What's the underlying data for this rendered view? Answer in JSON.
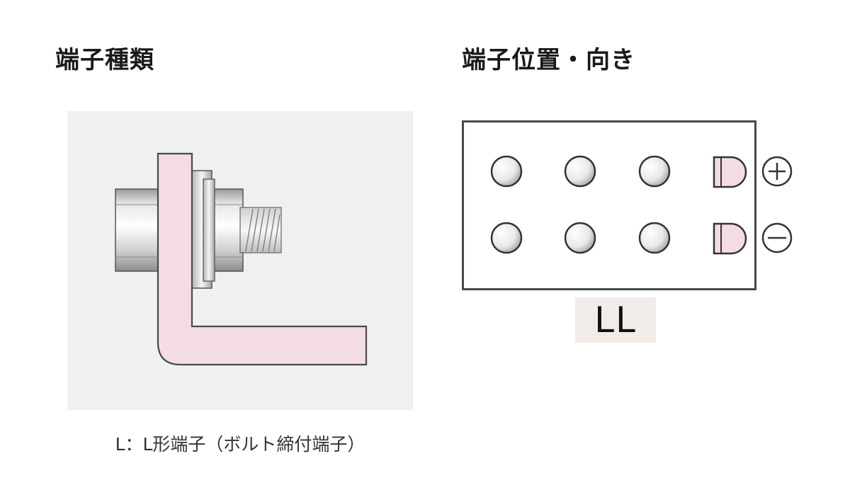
{
  "headings": {
    "terminal_type": "端子種類",
    "terminal_position": "端子位置・向き"
  },
  "caption": "L：L形端子（ボルト締付端子）",
  "layout_label": "LL",
  "polarity": {
    "positive": "+",
    "negative": "−"
  },
  "layout": {
    "rows": 2,
    "cells_per_row": 3
  },
  "colors": {
    "panel_bg": "#eef0f2",
    "terminal_pink": "#f3dde3",
    "label_bg": "#f1ece8",
    "outline": "#4a4a4a"
  }
}
